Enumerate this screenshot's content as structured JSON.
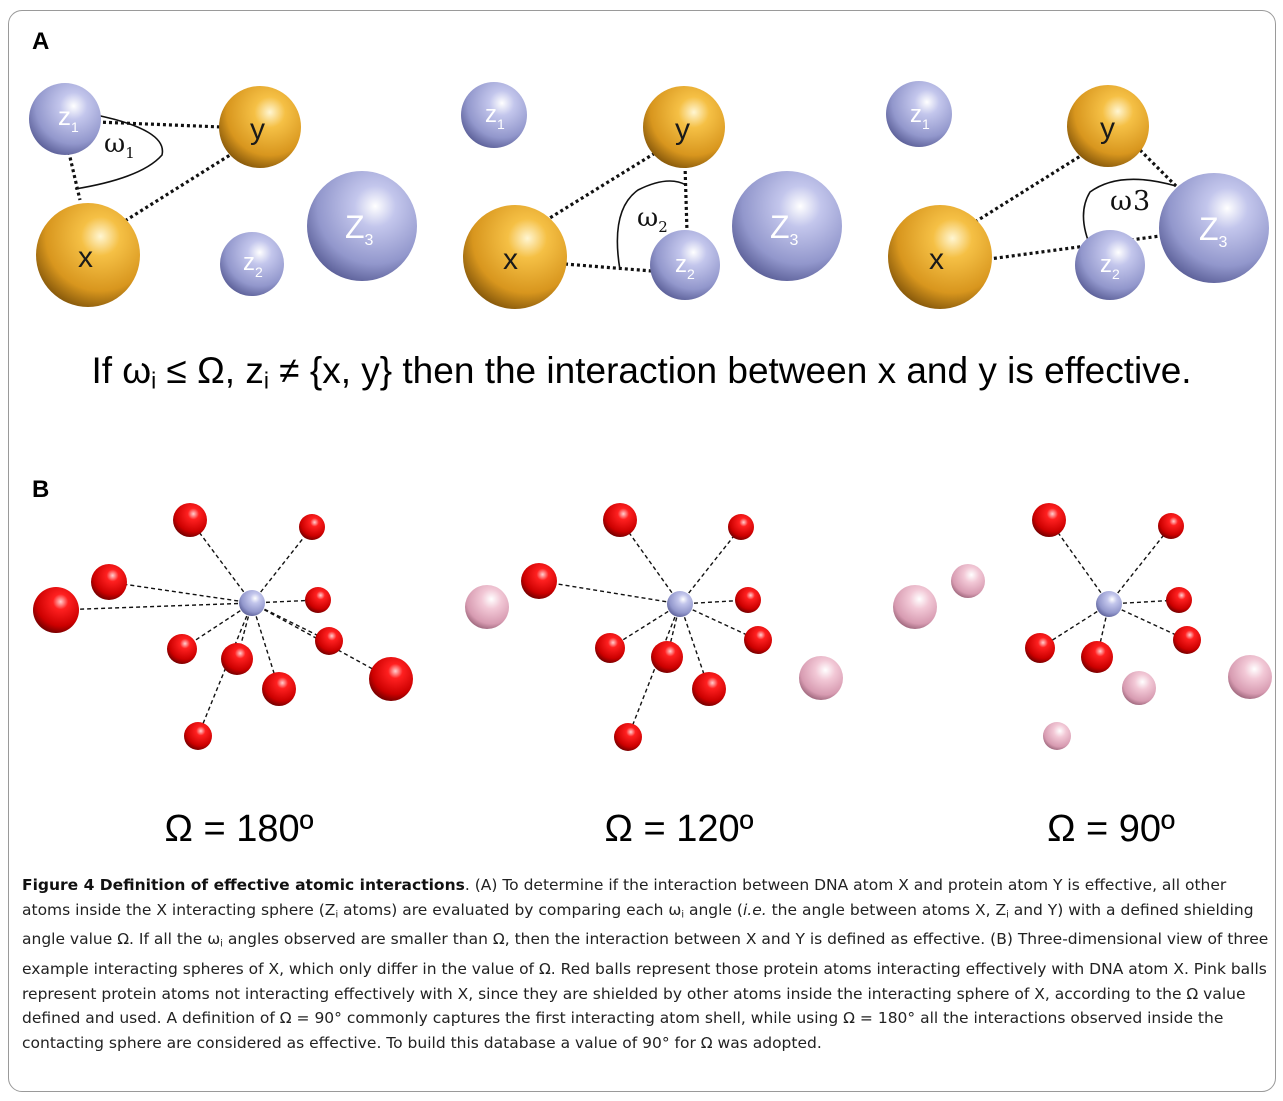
{
  "panel_a": {
    "letter": "A",
    "atom_labels": {
      "x": "x",
      "y": "y",
      "z1": "z",
      "z2": "z",
      "z3": "Z"
    },
    "subscripts": {
      "z1": "1",
      "z2": "2",
      "z3": "3"
    },
    "angle_symbol": "ω",
    "angle_subscripts": [
      "1",
      "2",
      "3"
    ],
    "rule": {
      "part1": "If ω",
      "sub_i": "i",
      "part2": " ≤ Ω, z",
      "part3": " ≠ {x, y} then the interaction between x and y is effective."
    }
  },
  "panel_b": {
    "letter": "B",
    "omega_labels": [
      "Ω = 180º",
      "Ω = 120º",
      "Ω = 90º"
    ]
  },
  "caption": {
    "title": "Figure 4 Definition of effective atomic interactions",
    "t1": ". (A) To determine if the interaction between DNA atom X and protein atom Y is effective, all other atoms inside the X interacting sphere (Z",
    "t2": " atoms) are evaluated by comparing each ω",
    "t3": " angle (",
    "ie": "i.e.",
    "t4": " the angle between atoms X, Z",
    "t5": " and Y) with a defined shielding angle value Ω. If all the ω",
    "t6": " angles observed are smaller than Ω, then the interaction between X and Y is defined as effective. (B) Three-dimensional view of three example interacting spheres of X, which only differ in the value of Ω. Red balls represent those protein atoms interacting effectively with DNA atom X. Pink balls represent protein atoms not interacting effectively with X, since they are shielded by other atoms inside the interacting sphere of X, according to the Ω value defined and used. A definition of Ω = 90° commonly captures the first interacting atom shell, while using Ω = 180° all the interactions observed inside the contacting sphere are considered as effective. To build this database a value of 90° for Ω was adopted.",
    "sub_i": "i"
  },
  "colors": {
    "gold_atom": "#e0a02a",
    "lavender_atom": "#9ea3d6",
    "red_atom": "#dd0000",
    "pink_atom": "#e7b0c4",
    "center_atom": "#a7acdc"
  }
}
